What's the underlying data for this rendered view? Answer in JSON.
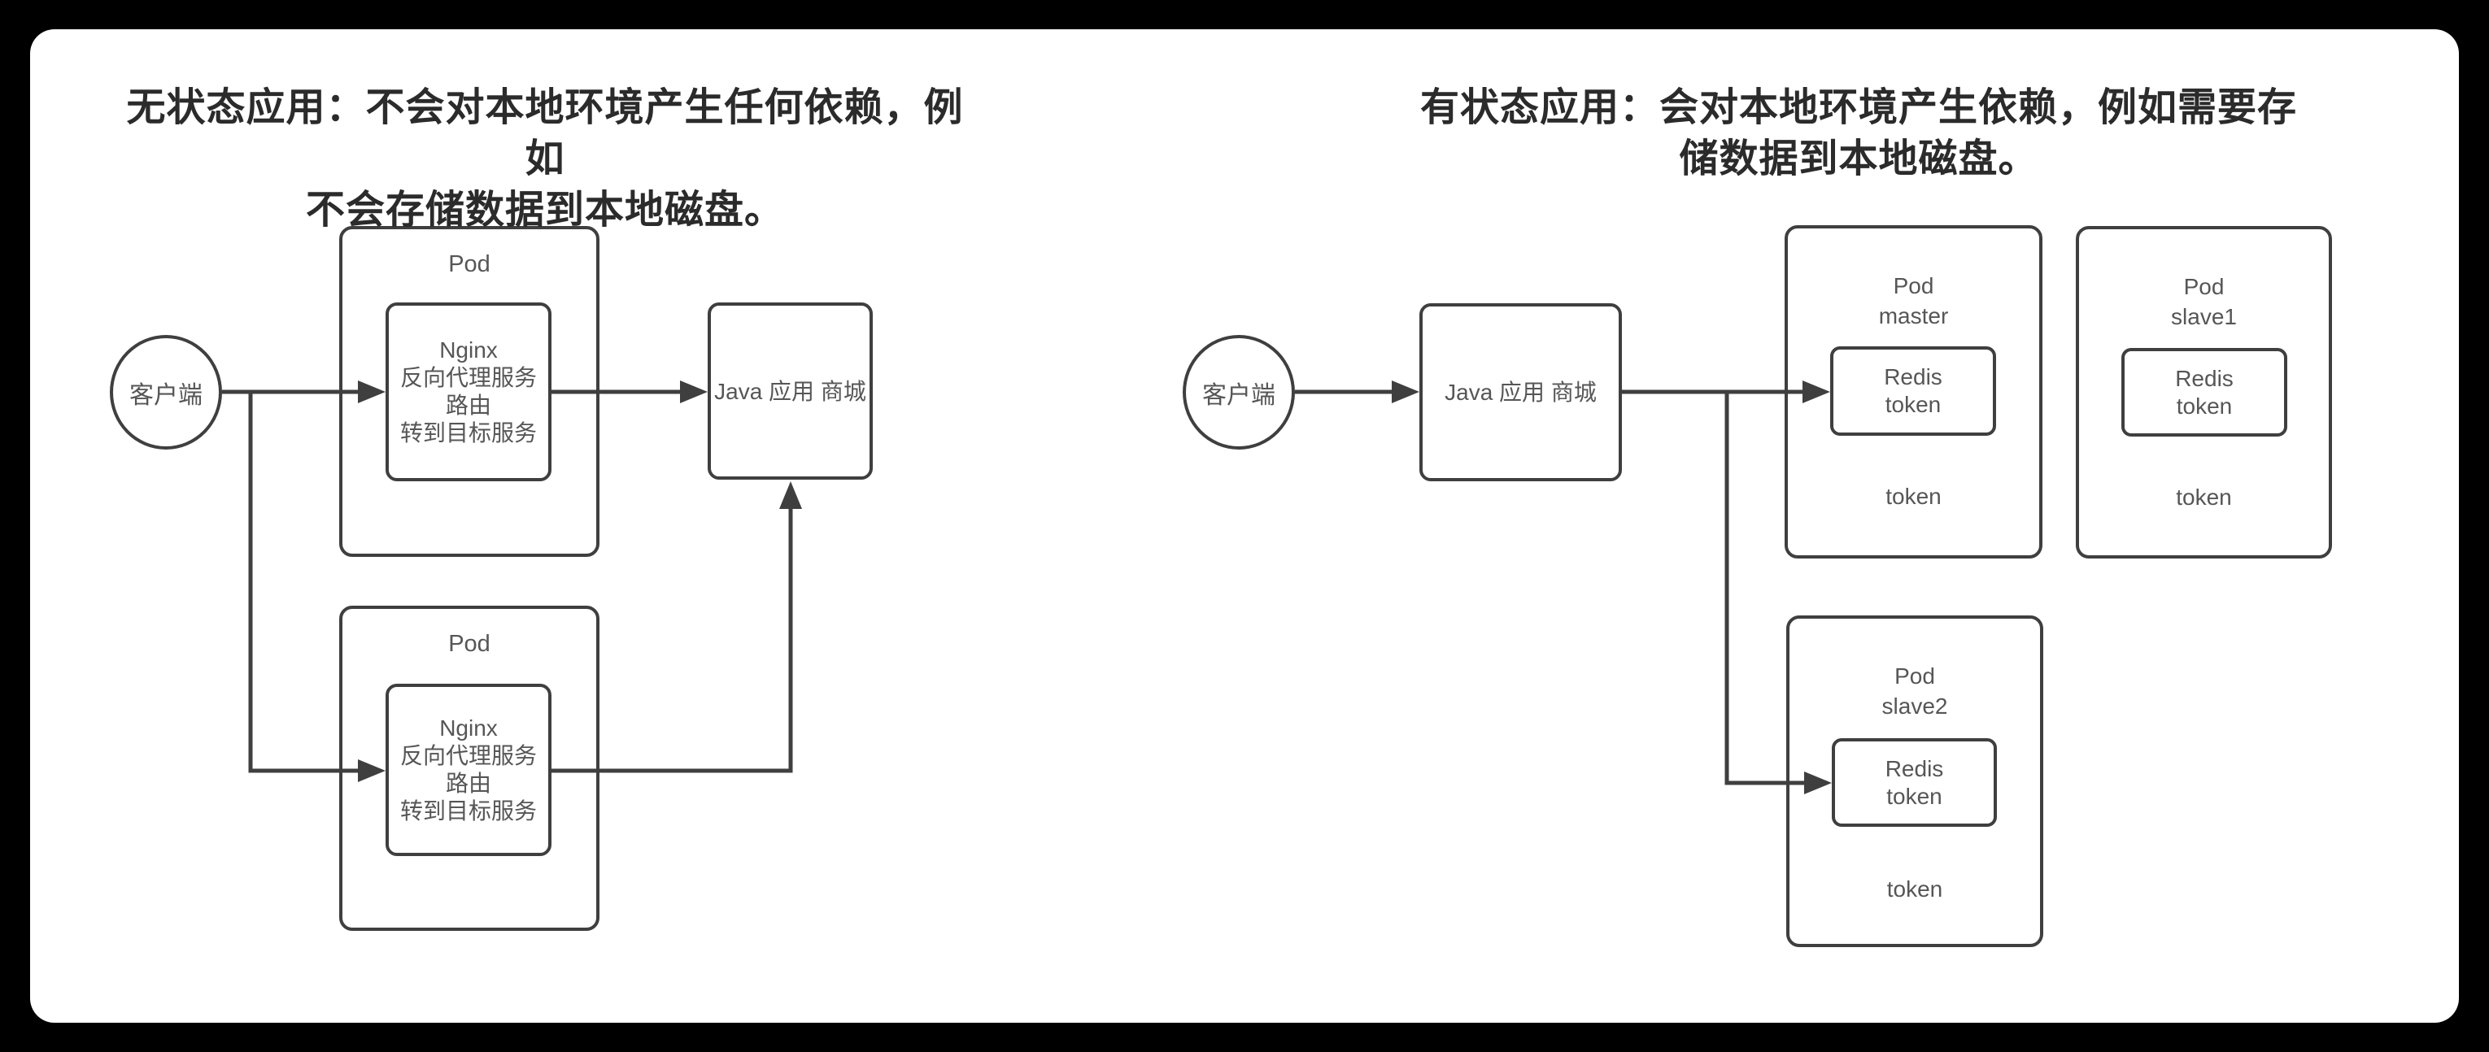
{
  "stateless_panel": {
    "title_lines": [
      "无状态应用：不会对本地环境产生任何依赖，例如",
      "不会存储数据到本地磁盘。"
    ],
    "client_label": "客户端",
    "pod_top": {
      "label": "Pod",
      "nginx_lines": [
        "Nginx",
        "反向代理服务",
        "路由",
        "转到目标服务"
      ]
    },
    "pod_bottom": {
      "label": "Pod",
      "nginx_lines": [
        "Nginx",
        "反向代理服务",
        "路由",
        "转到目标服务"
      ]
    },
    "java_app_lines": [
      "Java 应用",
      "商城"
    ]
  },
  "stateful_panel": {
    "title_lines": [
      "有状态应用：会对本地环境产生依赖，例如需要存",
      "储数据到本地磁盘。"
    ],
    "client_label": "客户端",
    "java_app_lines": [
      "Java 应用",
      "商城"
    ],
    "pods": [
      {
        "name_lines": [
          "Pod",
          "master"
        ],
        "redis_lines": [
          "Redis",
          "token"
        ],
        "token_label": "token"
      },
      {
        "name_lines": [
          "Pod",
          "slave1"
        ],
        "redis_lines": [
          "Redis",
          "token"
        ],
        "token_label": "token"
      },
      {
        "name_lines": [
          "Pod",
          "slave2"
        ],
        "redis_lines": [
          "Redis",
          "token"
        ],
        "token_label": "token"
      }
    ]
  },
  "colors": {
    "background": "#000000",
    "card": "#ffffff",
    "stroke": "#3f3f3f",
    "box_text": "#565656",
    "title_text": "#2b2b2b"
  }
}
